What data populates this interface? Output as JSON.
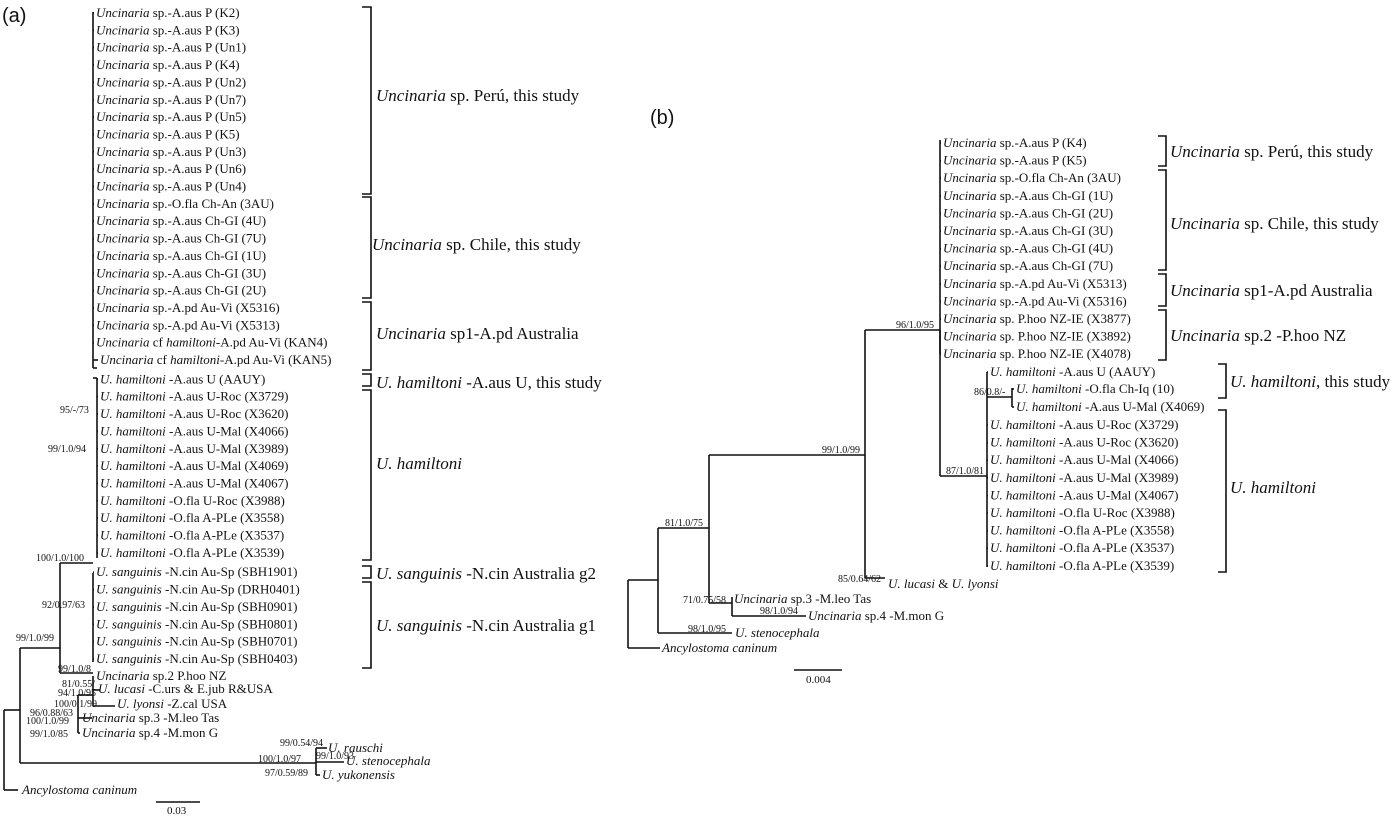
{
  "panel_a": {
    "label": "(a)",
    "leaves": [
      {
        "g": "Uncinaria",
        "r": " sp.-A.aus P (K2)"
      },
      {
        "g": "Uncinaria",
        "r": " sp.-A.aus P (K3)"
      },
      {
        "g": "Uncinaria",
        "r": " sp.-A.aus P (Un1)"
      },
      {
        "g": "Uncinaria",
        "r": " sp.-A.aus P (K4)"
      },
      {
        "g": "Uncinaria",
        "r": " sp.-A.aus P (Un2)"
      },
      {
        "g": "Uncinaria",
        "r": " sp.-A.aus P (Un7)"
      },
      {
        "g": "Uncinaria",
        "r": " sp.-A.aus P (Un5)"
      },
      {
        "g": "Uncinaria",
        "r": " sp.-A.aus P (K5)"
      },
      {
        "g": "Uncinaria",
        "r": " sp.-A.aus P (Un3)"
      },
      {
        "g": "Uncinaria",
        "r": " sp.-A.aus P (Un6)"
      },
      {
        "g": "Uncinaria",
        "r": " sp.-A.aus P (Un4)"
      },
      {
        "g": "Uncinaria",
        "r": " sp.-O.fla Ch-An (3AU)"
      },
      {
        "g": "Uncinaria",
        "r": " sp.-A.aus Ch-GI (4U)"
      },
      {
        "g": "Uncinaria",
        "r": " sp.-A.aus Ch-GI (7U)"
      },
      {
        "g": "Uncinaria",
        "r": " sp.-A.aus Ch-GI (1U)"
      },
      {
        "g": "Uncinaria",
        "r": " sp.-A.aus Ch-GI (3U)"
      },
      {
        "g": "Uncinaria",
        "r": " sp.-A.aus Ch-GI (2U)"
      },
      {
        "g": "Uncinaria",
        "r": " sp.-A.pd Au-Vi (X5316)"
      },
      {
        "g": "Uncinaria",
        "r": " sp.-A.pd Au-Vi (X5313)"
      },
      {
        "g": "Uncinaria",
        "r": " cf ",
        "g2": "hamiltoni",
        "r2": "-A.pd Au-Vi (KAN4)"
      },
      {
        "g": "Uncinaria",
        "r": " cf ",
        "g2": "hamiltoni",
        "r2": "-A.pd Au-Vi (KAN5)"
      },
      {
        "g": "U. hamiltoni",
        "r": " -A.aus U (AAUY)"
      },
      {
        "g": "U. hamiltoni",
        "r": " -A.aus U-Roc (X3729)"
      },
      {
        "g": "U. hamiltoni",
        "r": " -A.aus U-Roc (X3620)"
      },
      {
        "g": "U. hamiltoni",
        "r": " -A.aus U-Mal (X4066)"
      },
      {
        "g": "U. hamiltoni",
        "r": " -A.aus U-Mal (X3989)"
      },
      {
        "g": "U. hamiltoni",
        "r": " -A.aus U-Mal (X4069)"
      },
      {
        "g": "U. hamiltoni",
        "r": " -A.aus U-Mal (X4067)"
      },
      {
        "g": "U. hamiltoni",
        "r": " -O.fla U-Roc (X3988)"
      },
      {
        "g": "U. hamiltoni",
        "r": " -O.fla A-PLe (X3558)"
      },
      {
        "g": "U. hamiltoni",
        "r": " -O.fla A-PLe (X3537)"
      },
      {
        "g": "U. hamiltoni",
        "r": " -O.fla A-PLe (X3539)"
      },
      {
        "g": "U. sanguinis",
        "r": " -N.cin Au-Sp (SBH1901)"
      },
      {
        "g": "U. sanguinis",
        "r": " -N.cin Au-Sp (DRH0401)"
      },
      {
        "g": "U. sanguinis",
        "r": " -N.cin Au-Sp (SBH0901)"
      },
      {
        "g": "U. sanguinis",
        "r": " -N.cin Au-Sp (SBH0801)"
      },
      {
        "g": "U. sanguinis",
        "r": " -N.cin Au-Sp (SBH0701)"
      },
      {
        "g": "U. sanguinis",
        "r": " -N.cin Au-Sp (SBH0403)"
      },
      {
        "g": "Uncinaria",
        "r": " sp.2 P.hoo NZ"
      },
      {
        "g": "U. lucasi",
        "r": " -C.urs & E.jub R&USA"
      },
      {
        "g": "U. lyonsi",
        "r": " -Z.cal USA"
      },
      {
        "g": "Uncinaria",
        "r": " sp.3 -M.leo Tas"
      },
      {
        "g": "Uncinaria",
        "r": " sp.4 -M.mon G"
      },
      {
        "g": "U. rauschi",
        "r": ""
      },
      {
        "g": "U. stenocephala",
        "r": ""
      },
      {
        "g": "U. yukonensis",
        "r": ""
      },
      {
        "g": "Ancylostoma caninum",
        "r": ""
      }
    ],
    "clades": [
      {
        "g": "Uncinaria",
        "r": " sp. Perú, this study"
      },
      {
        "g": "Uncinaria",
        "r": " sp. Chile, this study"
      },
      {
        "g": "Uncinaria",
        "r": " sp1-A.pd Australia"
      },
      {
        "g": "U. hamiltoni",
        "r": " -A.aus U, this study"
      },
      {
        "g": "U. hamiltoni",
        "r": ""
      },
      {
        "g": "U. sanguinis",
        "r": " -N.cin Australia g2"
      },
      {
        "g": "U. sanguinis",
        "r": " -N.cin Australia g1"
      }
    ],
    "support": [
      "95/-/73",
      "99/1.0/94",
      "100/1.0/100",
      "92/0.97/63",
      "99/1.0/99",
      "99/1.0/8",
      "81/0.55/",
      "94/1.0/95",
      "100/0.1/99",
      "96/0.88/63",
      "100/1.0/99",
      "99/1.0/85",
      "99/0.54/94",
      "100/1.0/97",
      "99/1.0/93",
      "97/0.59/89"
    ],
    "scale": "0.03"
  },
  "panel_b": {
    "label": "(b)",
    "leaves": [
      {
        "g": "Uncinaria",
        "r": " sp.-A.aus P (K4)"
      },
      {
        "g": "Uncinaria",
        "r": " sp.-A.aus P (K5)"
      },
      {
        "g": "Uncinaria",
        "r": " sp.-O.fla Ch-An (3AU)"
      },
      {
        "g": "Uncinaria",
        "r": " sp.-A.aus Ch-GI (1U)"
      },
      {
        "g": "Uncinaria",
        "r": " sp.-A.aus Ch-GI (2U)"
      },
      {
        "g": "Uncinaria",
        "r": " sp.-A.aus Ch-GI (3U)"
      },
      {
        "g": "Uncinaria",
        "r": " sp.-A.aus Ch-GI (4U)"
      },
      {
        "g": "Uncinaria",
        "r": " sp.-A.aus Ch-GI (7U)"
      },
      {
        "g": "Uncinaria",
        "r": " sp.-A.pd Au-Vi (X5313)"
      },
      {
        "g": "Uncinaria",
        "r": " sp.-A.pd Au-Vi (X5316)"
      },
      {
        "g": "Uncinaria",
        "r": " sp. P.hoo NZ-IE (X3877)"
      },
      {
        "g": "Uncinaria",
        "r": " sp. P.hoo NZ-IE (X3892)"
      },
      {
        "g": "Uncinaria",
        "r": " sp. P.hoo NZ-IE (X4078)"
      },
      {
        "g": "U. hamiltoni",
        "r": " -A.aus U (AAUY)"
      },
      {
        "g": "U. hamiltoni",
        "r": " -O.fla Ch-Iq (10)"
      },
      {
        "g": "U. hamiltoni",
        "r": " -A.aus U-Mal (X4069)"
      },
      {
        "g": "U. hamiltoni",
        "r": " -A.aus U-Roc (X3729)"
      },
      {
        "g": "U. hamiltoni",
        "r": " -A.aus U-Roc (X3620)"
      },
      {
        "g": "U. hamiltoni",
        "r": " -A.aus U-Mal (X4066)"
      },
      {
        "g": "U. hamiltoni",
        "r": " -A.aus U-Mal (X3989)"
      },
      {
        "g": "U. hamiltoni",
        "r": " -A.aus U-Mal (X4067)"
      },
      {
        "g": "U. hamiltoni",
        "r": " -O.fla U-Roc (X3988)"
      },
      {
        "g": "U. hamiltoni",
        "r": " -O.fla A-PLe (X3558)"
      },
      {
        "g": "U. hamiltoni",
        "r": " -O.fla A-PLe (X3537)"
      },
      {
        "g": "U. hamiltoni",
        "r": " -O.fla A-PLe (X3539)"
      },
      {
        "g": "U. lucasi",
        "r": " & ",
        "g2": "U. lyonsi",
        "r2": ""
      },
      {
        "g": "Uncinaria",
        "r": " sp.3 -M.leo Tas"
      },
      {
        "g": "Uncinaria",
        "r": " sp.4 -M.mon G"
      },
      {
        "g": "U. stenocephala",
        "r": ""
      },
      {
        "g": "Ancylostoma caninum",
        "r": ""
      }
    ],
    "clades": [
      {
        "g": "Uncinaria",
        "r": " sp. Perú, this study"
      },
      {
        "g": "Uncinaria",
        "r": " sp. Chile, this study"
      },
      {
        "g": "Uncinaria",
        "r": " sp1-A.pd Australia"
      },
      {
        "g": "Uncinaria",
        "r": " sp.2 -P.hoo NZ"
      },
      {
        "g": "U. hamiltoni",
        "r": ", this study"
      },
      {
        "g": "U. hamiltoni",
        "r": ""
      }
    ],
    "support": [
      "96/1.0/95",
      "99/1.0/99",
      "86/0.8/-",
      "87/1.0/81",
      "81/1.0/75",
      "85/0.64/62",
      "71/0.75/58",
      "98/1.0/94",
      "98/1.0/95"
    ],
    "scale": "0.004"
  }
}
